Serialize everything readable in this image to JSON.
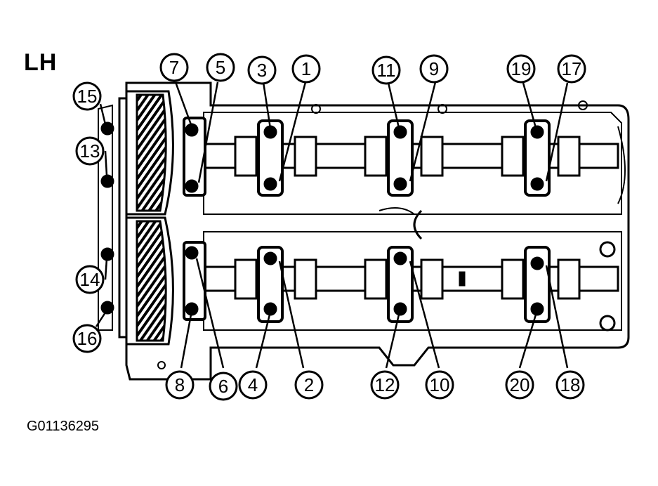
{
  "side_label": "LH",
  "figure_id": "G01136295",
  "callouts": [
    {
      "n": "1"
    },
    {
      "n": "2"
    },
    {
      "n": "3"
    },
    {
      "n": "4"
    },
    {
      "n": "5"
    },
    {
      "n": "6"
    },
    {
      "n": "7"
    },
    {
      "n": "8"
    },
    {
      "n": "9"
    },
    {
      "n": "10"
    },
    {
      "n": "11"
    },
    {
      "n": "12"
    },
    {
      "n": "13"
    },
    {
      "n": "14"
    },
    {
      "n": "15"
    },
    {
      "n": "16"
    },
    {
      "n": "17"
    },
    {
      "n": "18"
    },
    {
      "n": "19"
    },
    {
      "n": "20"
    }
  ],
  "colors": {
    "ink": "#000000",
    "paper": "#ffffff"
  }
}
